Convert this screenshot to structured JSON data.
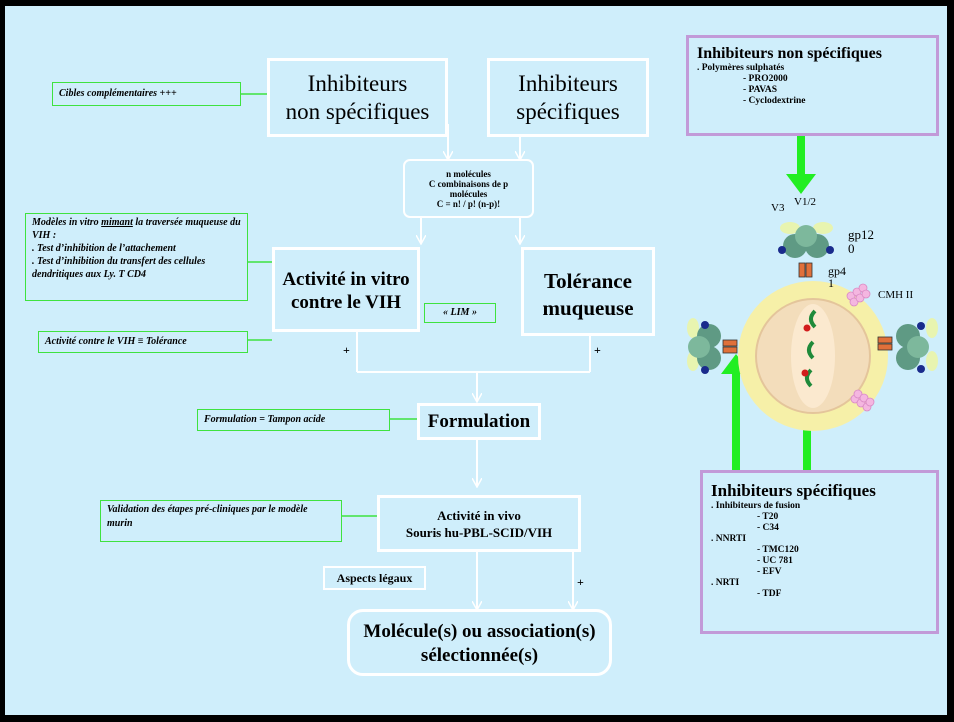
{
  "boxes": {
    "nonspec_title": [
      "Inhibiteurs",
      "non spécifiques"
    ],
    "spec_title": [
      "Inhibiteurs",
      "spécifiques"
    ],
    "combi": [
      "n molécules",
      "C combinaisons de p",
      "molécules",
      "C = n! / p! (n-p)!"
    ],
    "activite": [
      "Activité in vitro",
      "contre le VIH"
    ],
    "tolerance": [
      "Tolérance",
      "muqueuse"
    ],
    "lim": "« LIM »",
    "formulation": "Formulation",
    "invivo": [
      "Activité in vivo",
      "Souris hu-PBL-SCID/VIH"
    ],
    "legaux": "Aspects légaux",
    "molecule": [
      "Molécule(s) ou association(s)",
      "sélectionnée(s)"
    ]
  },
  "notes": {
    "cibles": "Cibles complémentaires +++",
    "modeles_pre": "Modèles in vitro ",
    "modeles_ul": "mimant",
    "modeles_post": " la traversée muqueuse du VIH :",
    "modeles_l2": ". Test d’inhibition de l’attachement",
    "modeles_l3": ". Test d’inhibition du transfert des cellules dendritiques aux Ly. T CD4",
    "activite_tol": "Activité contre le VIH ≡ Tolérance",
    "formul": "Formulation = Tampon acide",
    "validation": "Validation des étapes pré-cliniques par le modèle murin"
  },
  "plus_signs": [
    "+",
    "+",
    "+"
  ],
  "panel_nonspec": {
    "title": "Inhibiteurs non spécifiques",
    "lines": [
      ". Polymères sulphatés",
      "- PRO2000",
      "- PAVAS",
      "- Cyclodextrine"
    ]
  },
  "panel_spec": {
    "title": "Inhibiteurs spécifiques",
    "lines": [
      ". Inhibiteurs de fusion",
      "- T20",
      "- C34",
      ". NNRTI",
      "- TMC120",
      "- UC 781",
      "- EFV",
      ". NRTI",
      "- TDF"
    ]
  },
  "virus_labels": {
    "v3": "V3",
    "v12": "V1/2",
    "gp120": [
      "gp12",
      "0"
    ],
    "gp41": [
      "gp4",
      "1"
    ],
    "cmh": "CMH II"
  },
  "colors": {
    "background": "#cfeefb",
    "frame": "#000000",
    "note_border": "#3fe23f",
    "panel_border": "#c29ad8",
    "arrow_green": "#22ee22",
    "box_border": "#ffffff"
  }
}
